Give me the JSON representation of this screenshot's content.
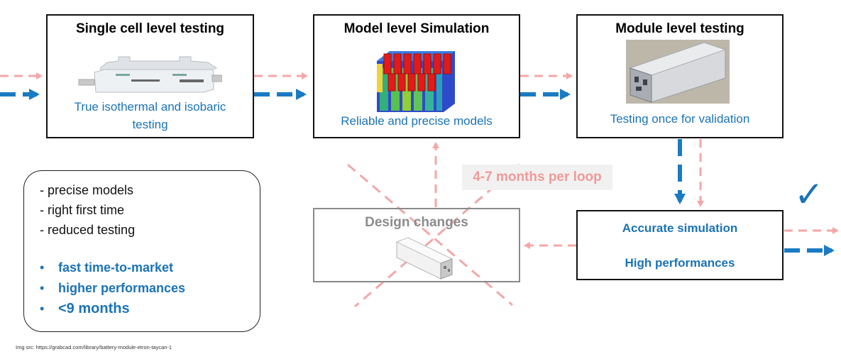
{
  "boxes": {
    "cell": {
      "title": "Single cell level testing",
      "subtitle_line1": "True isothermal and isobaric",
      "subtitle_line2": "testing"
    },
    "model": {
      "title": "Model level Simulation",
      "subtitle": "Reliable and precise models"
    },
    "module": {
      "title": "Module level testing",
      "subtitle": "Testing once for validation"
    },
    "design": {
      "title": "Design changes"
    },
    "result": {
      "line1": "Accurate simulation",
      "line2": "High performances"
    }
  },
  "loop_label": "4-7 months per loop",
  "benefits": {
    "plain": [
      "- precise models",
      "- right first time",
      "- reduced testing"
    ],
    "highlighted": [
      "fast time-to-market",
      "higher performances",
      "<9 months"
    ]
  },
  "bullet_glyph": "•",
  "check_glyph": "✓",
  "image_source": "Img src: https://grabcad.com/library/battery-module-etron-taycan-1",
  "colors": {
    "blue": "#1a73b8",
    "pink_dashed": "#f4a7a7",
    "grey_text": "#8c8c8c"
  }
}
